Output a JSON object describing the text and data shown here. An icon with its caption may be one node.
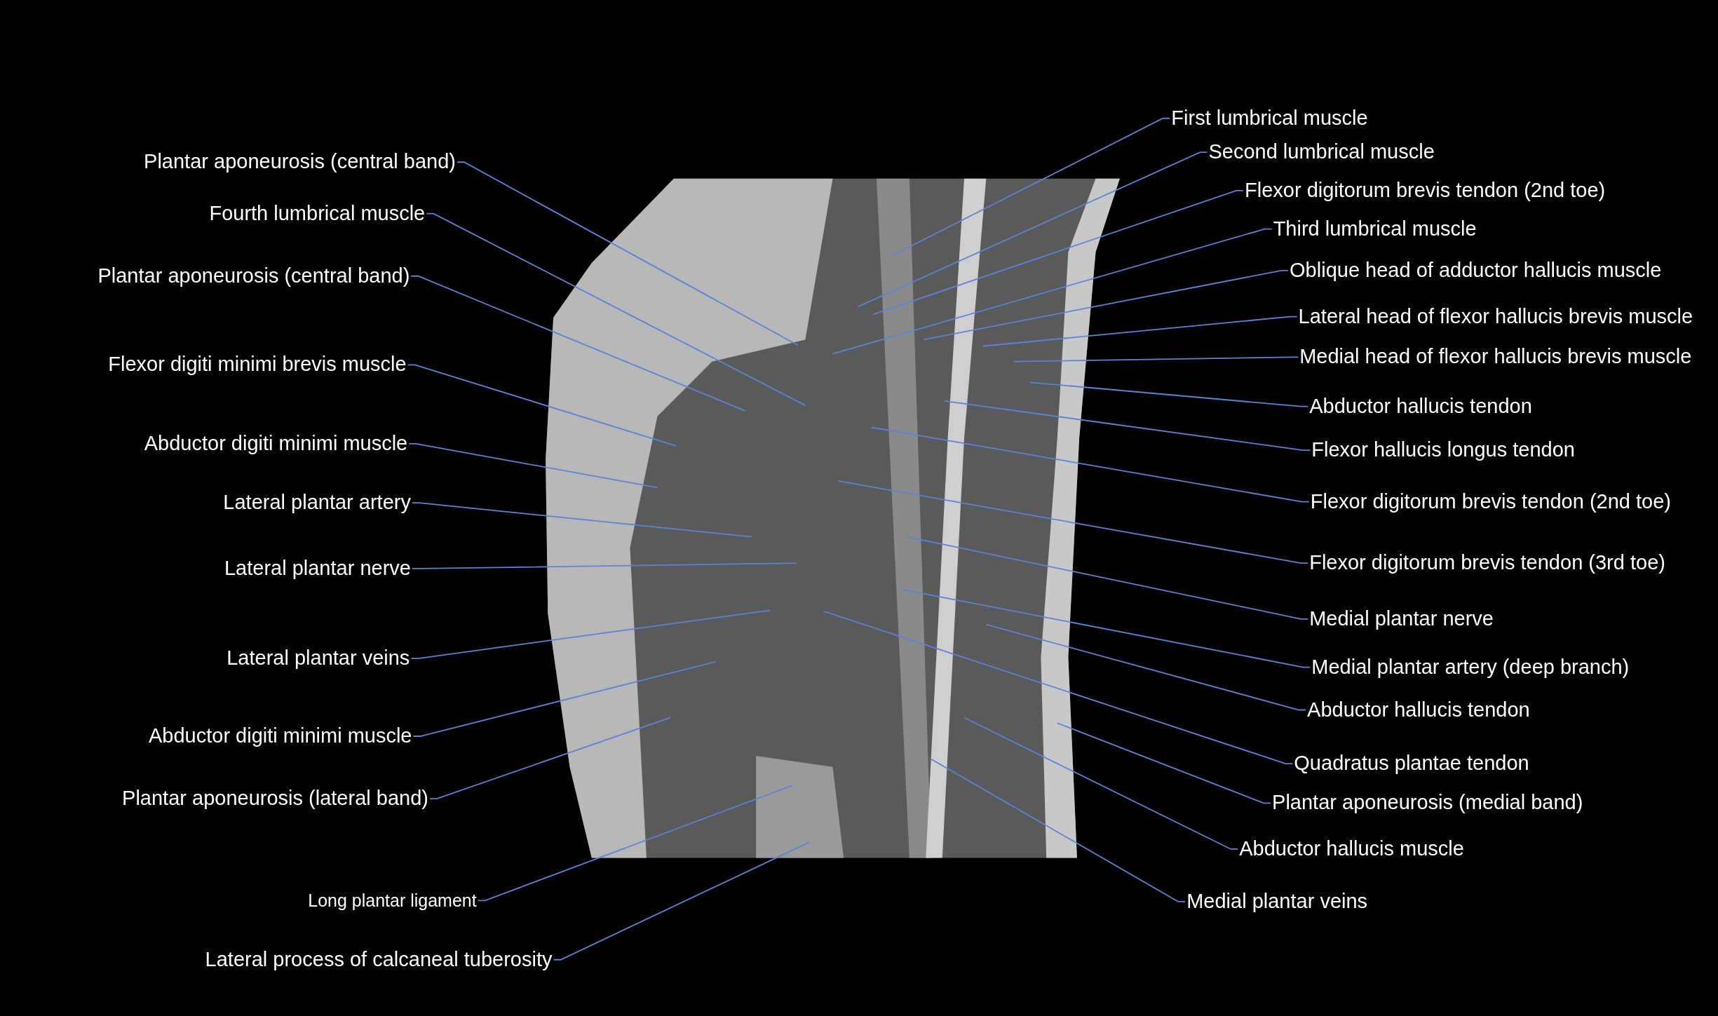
{
  "diagram": {
    "nodes": [
      {
        "text": [
          "Plantar aponeurosis (central band)"
        ]
      },
      {
        "text": [
          "Fourth lumbrical muscle"
        ]
      },
      {
        "text": [
          "Plantar aponeurosis (central band)"
        ]
      },
      {
        "text": [
          "Flexor digiti minimi brevis muscle"
        ]
      },
      {
        "text": [
          "Abductor digiti minimi muscle"
        ]
      },
      {
        "text": [
          "Lateral plantar artery"
        ]
      },
      {
        "text": [
          "Lateral plantar nerve"
        ]
      },
      {
        "text": [
          "Lateral plantar veins"
        ]
      },
      {
        "text": [
          "Abductor digiti minimi muscle"
        ]
      },
      {
        "text": [
          "Plantar aponeurosis (lateral band)"
        ]
      },
      {
        "text": [
          "Long plantar ligament"
        ]
      },
      {
        "text": [
          "Lateral process of calcaneal tuberosity"
        ]
      },
      {
        "text": [
          "First lumbrical muscle"
        ]
      },
      {
        "text": [
          "Second lumbrical muscle"
        ]
      },
      {
        "text": [
          "Flexor digitorum brevis tendon (2nd toe)"
        ]
      },
      {
        "text": [
          "Third lumbrical muscle"
        ]
      },
      {
        "text": [
          "Oblique head of adductor hallucis muscle"
        ]
      },
      {
        "text": [
          "Lateral head of flexor hallucis brevis muscle"
        ]
      },
      {
        "text": [
          "Medial head of flexor hallucis brevis muscle"
        ]
      },
      {
        "text": [
          "Abductor hallucis tendon"
        ]
      },
      {
        "text": [
          "Flexor hallucis longus tendon"
        ]
      },
      {
        "text": [
          "Flexor digitorum brevis tendon (2nd toe)"
        ]
      },
      {
        "text": [
          "Flexor digitorum brevis tendon (3rd toe)"
        ]
      },
      {
        "text": [
          "Medial plantar nerve"
        ]
      },
      {
        "text": [
          "Medial plantar artery (deep branch)"
        ]
      },
      {
        "text": [
          "Abductor hallucis tendon"
        ]
      },
      {
        "text": [
          "Quadratus plantae tendon"
        ]
      },
      {
        "text": [
          "Plantar aponeurosis (medial band)"
        ]
      },
      {
        "text": [
          "Abductor hallucis muscle"
        ]
      },
      {
        "text": [
          "Medial plantar veins"
        ]
      }
    ],
    "edges": [
      {
        "from": 0,
        "to": null,
        "arrow": "none"
      },
      {
        "from": 1,
        "to": null,
        "arrow": "none"
      },
      {
        "from": 2,
        "to": null,
        "arrow": "none"
      },
      {
        "from": 3,
        "to": null,
        "arrow": "none"
      },
      {
        "from": 4,
        "to": null,
        "arrow": "none"
      },
      {
        "from": 5,
        "to": null,
        "arrow": "none"
      },
      {
        "from": 6,
        "to": null,
        "arrow": "none"
      },
      {
        "from": 7,
        "to": null,
        "arrow": "none"
      },
      {
        "from": 8,
        "to": null,
        "arrow": "none"
      },
      {
        "from": 9,
        "to": null,
        "arrow": "none"
      },
      {
        "from": 10,
        "to": null,
        "arrow": "none"
      },
      {
        "from": 11,
        "to": null,
        "arrow": "none"
      },
      {
        "from": 12,
        "to": null,
        "arrow": "none"
      },
      {
        "from": 13,
        "to": null,
        "arrow": "none"
      },
      {
        "from": 14,
        "to": null,
        "arrow": "none"
      },
      {
        "from": 15,
        "to": null,
        "arrow": "none"
      },
      {
        "from": 16,
        "to": null,
        "arrow": "none"
      },
      {
        "from": 17,
        "to": null,
        "arrow": "none"
      },
      {
        "from": 18,
        "to": null,
        "arrow": "none"
      },
      {
        "from": 19,
        "to": null,
        "arrow": "none"
      },
      {
        "from": 20,
        "to": null,
        "arrow": "none"
      },
      {
        "from": 21,
        "to": null,
        "arrow": "none"
      },
      {
        "from": 22,
        "to": null,
        "arrow": "none"
      },
      {
        "from": 23,
        "to": null,
        "arrow": "none"
      },
      {
        "from": 24,
        "to": null,
        "arrow": "none"
      },
      {
        "from": 25,
        "to": null,
        "arrow": "none"
      },
      {
        "from": 26,
        "to": null,
        "arrow": "none"
      },
      {
        "from": 27,
        "to": null,
        "arrow": "none"
      },
      {
        "from": 28,
        "to": null,
        "arrow": "none"
      },
      {
        "from": 29,
        "to": null,
        "arrow": "none"
      }
    ]
  }
}
